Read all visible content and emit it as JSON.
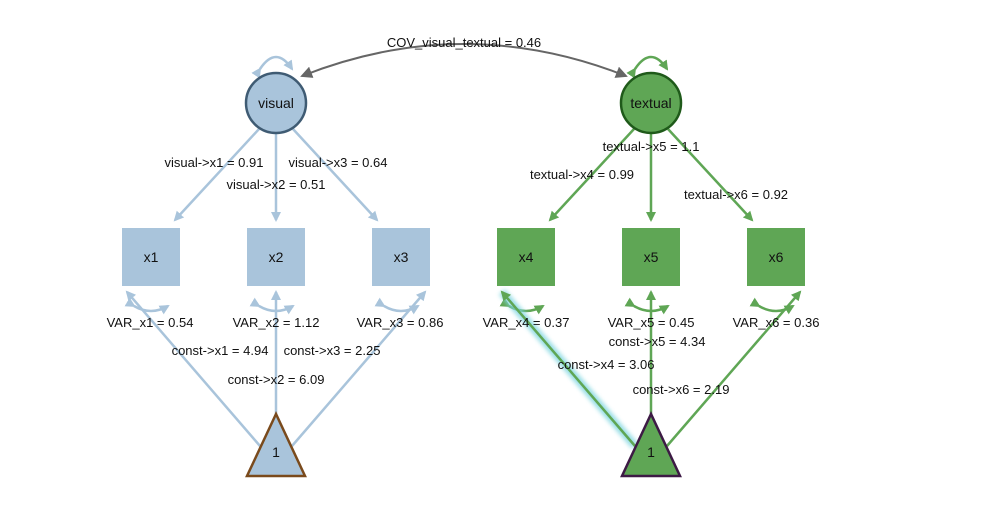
{
  "colors": {
    "visual_fill": "#a9c4db",
    "visual_stroke": "#3f5b73",
    "visual_edge": "#a9c4db",
    "textual_fill": "#5fa655",
    "textual_stroke": "#1f5a1a",
    "textual_edge": "#5fa655",
    "cov_edge": "#666666",
    "const_left_stroke": "#7a4a1c",
    "const_right_stroke": "#3d1a45",
    "highlight": "#7fd6e0"
  },
  "latents": [
    {
      "id": "visual",
      "label": "visual",
      "group": "visual"
    },
    {
      "id": "textual",
      "label": "textual",
      "group": "textual"
    }
  ],
  "observed": [
    {
      "id": "x1",
      "label": "x1",
      "group": "visual"
    },
    {
      "id": "x2",
      "label": "x2",
      "group": "visual"
    },
    {
      "id": "x3",
      "label": "x3",
      "group": "visual"
    },
    {
      "id": "x4",
      "label": "x4",
      "group": "textual"
    },
    {
      "id": "x5",
      "label": "x5",
      "group": "textual"
    },
    {
      "id": "x6",
      "label": "x6",
      "group": "textual"
    }
  ],
  "constants": [
    {
      "id": "const_left",
      "label": "1"
    },
    {
      "id": "const_right",
      "label": "1"
    }
  ],
  "covariance": {
    "label": "COV_visual_textual = 0.46",
    "from": "visual",
    "to": "textual",
    "value": 0.46
  },
  "loadings": [
    {
      "from": "visual",
      "to": "x1",
      "label": "visual->x1 = 0.91",
      "value": 0.91
    },
    {
      "from": "visual",
      "to": "x2",
      "label": "visual->x2 = 0.51",
      "value": 0.51
    },
    {
      "from": "visual",
      "to": "x3",
      "label": "visual->x3 = 0.64",
      "value": 0.64
    },
    {
      "from": "textual",
      "to": "x4",
      "label": "textual->x4 = 0.99",
      "value": 0.99
    },
    {
      "from": "textual",
      "to": "x5",
      "label": "textual->x5 = 1.1",
      "value": 1.1
    },
    {
      "from": "textual",
      "to": "x6",
      "label": "textual->x6 = 0.92",
      "value": 0.92
    }
  ],
  "variances": [
    {
      "of": "x1",
      "label": "VAR_x1 = 0.54",
      "value": 0.54
    },
    {
      "of": "x2",
      "label": "VAR_x2 = 1.12",
      "value": 1.12
    },
    {
      "of": "x3",
      "label": "VAR_x3 = 0.86",
      "value": 0.86
    },
    {
      "of": "x4",
      "label": "VAR_x4 = 0.37",
      "value": 0.37
    },
    {
      "of": "x5",
      "label": "VAR_x5 = 0.45",
      "value": 0.45
    },
    {
      "of": "x6",
      "label": "VAR_x6 = 0.36",
      "value": 0.36
    }
  ],
  "intercepts": [
    {
      "from": "const_left",
      "to": "x1",
      "label": "const->x1 = 4.94",
      "value": 4.94
    },
    {
      "from": "const_left",
      "to": "x2",
      "label": "const->x2 = 6.09",
      "value": 6.09
    },
    {
      "from": "const_left",
      "to": "x3",
      "label": "const->x3 = 2.25",
      "value": 2.25
    },
    {
      "from": "const_right",
      "to": "x4",
      "label": "const->x4 = 3.06",
      "value": 3.06,
      "highlighted": true
    },
    {
      "from": "const_right",
      "to": "x5",
      "label": "const->x5 = 4.34",
      "value": 4.34
    },
    {
      "from": "const_right",
      "to": "x6",
      "label": "const->x6 = 2.19",
      "value": 2.19
    }
  ]
}
